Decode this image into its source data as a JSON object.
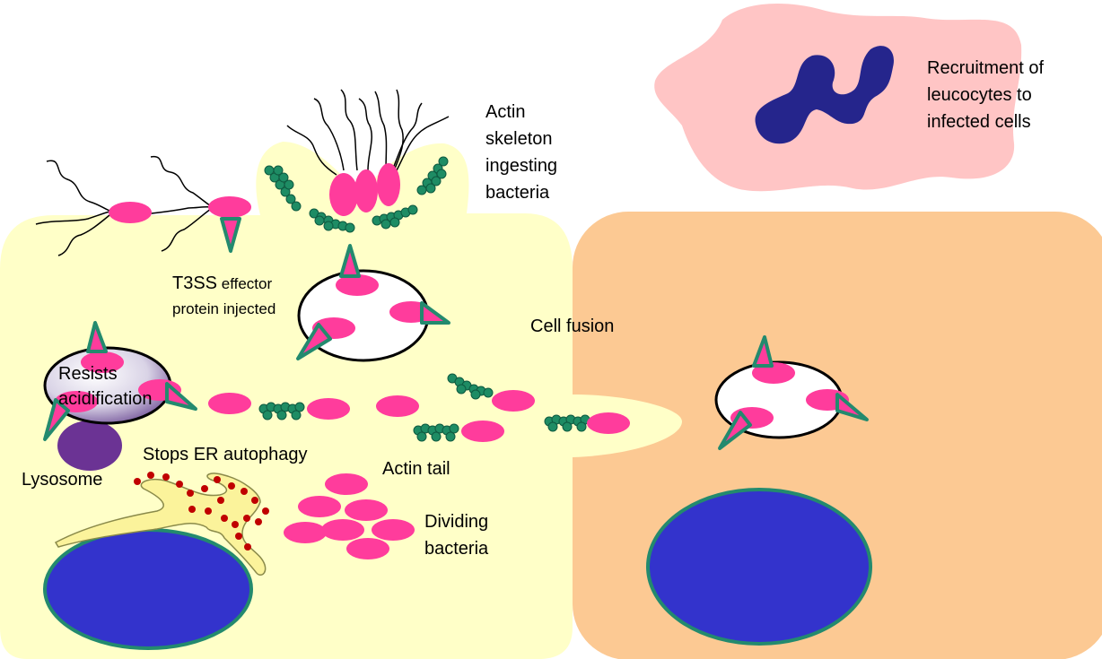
{
  "labels": {
    "actin_skeleton": [
      "Actin",
      "skeleton",
      "ingesting",
      "bacteria"
    ],
    "recruitment": [
      "Recruitment of",
      "leucocytes to",
      "infected cells"
    ],
    "t3ss_main": "T3SS",
    "t3ss_rest": " effector",
    "t3ss_line2": "protein injected",
    "cell_fusion": "Cell fusion",
    "resists": [
      "Resists",
      "acidification"
    ],
    "lysosome": "Lysosome",
    "stops_er": "Stops ER autophagy",
    "actin_tail": "Actin tail",
    "dividing": [
      "Dividing",
      "bacteria"
    ]
  },
  "colors": {
    "host_cell": "#ffffc8",
    "neighbor_cell": "#fcc993",
    "leucocyte": "#ffc5c5",
    "leucocyte_nucleus": "#25258c",
    "nucleus": "#3333cc",
    "nucleus_border": "#238a6e",
    "bacterium": "#ff3c9c",
    "actin": "#1e8c64",
    "lysosome": "#6b3394",
    "er": "#fbf39b",
    "er_dots": "#c00000"
  }
}
